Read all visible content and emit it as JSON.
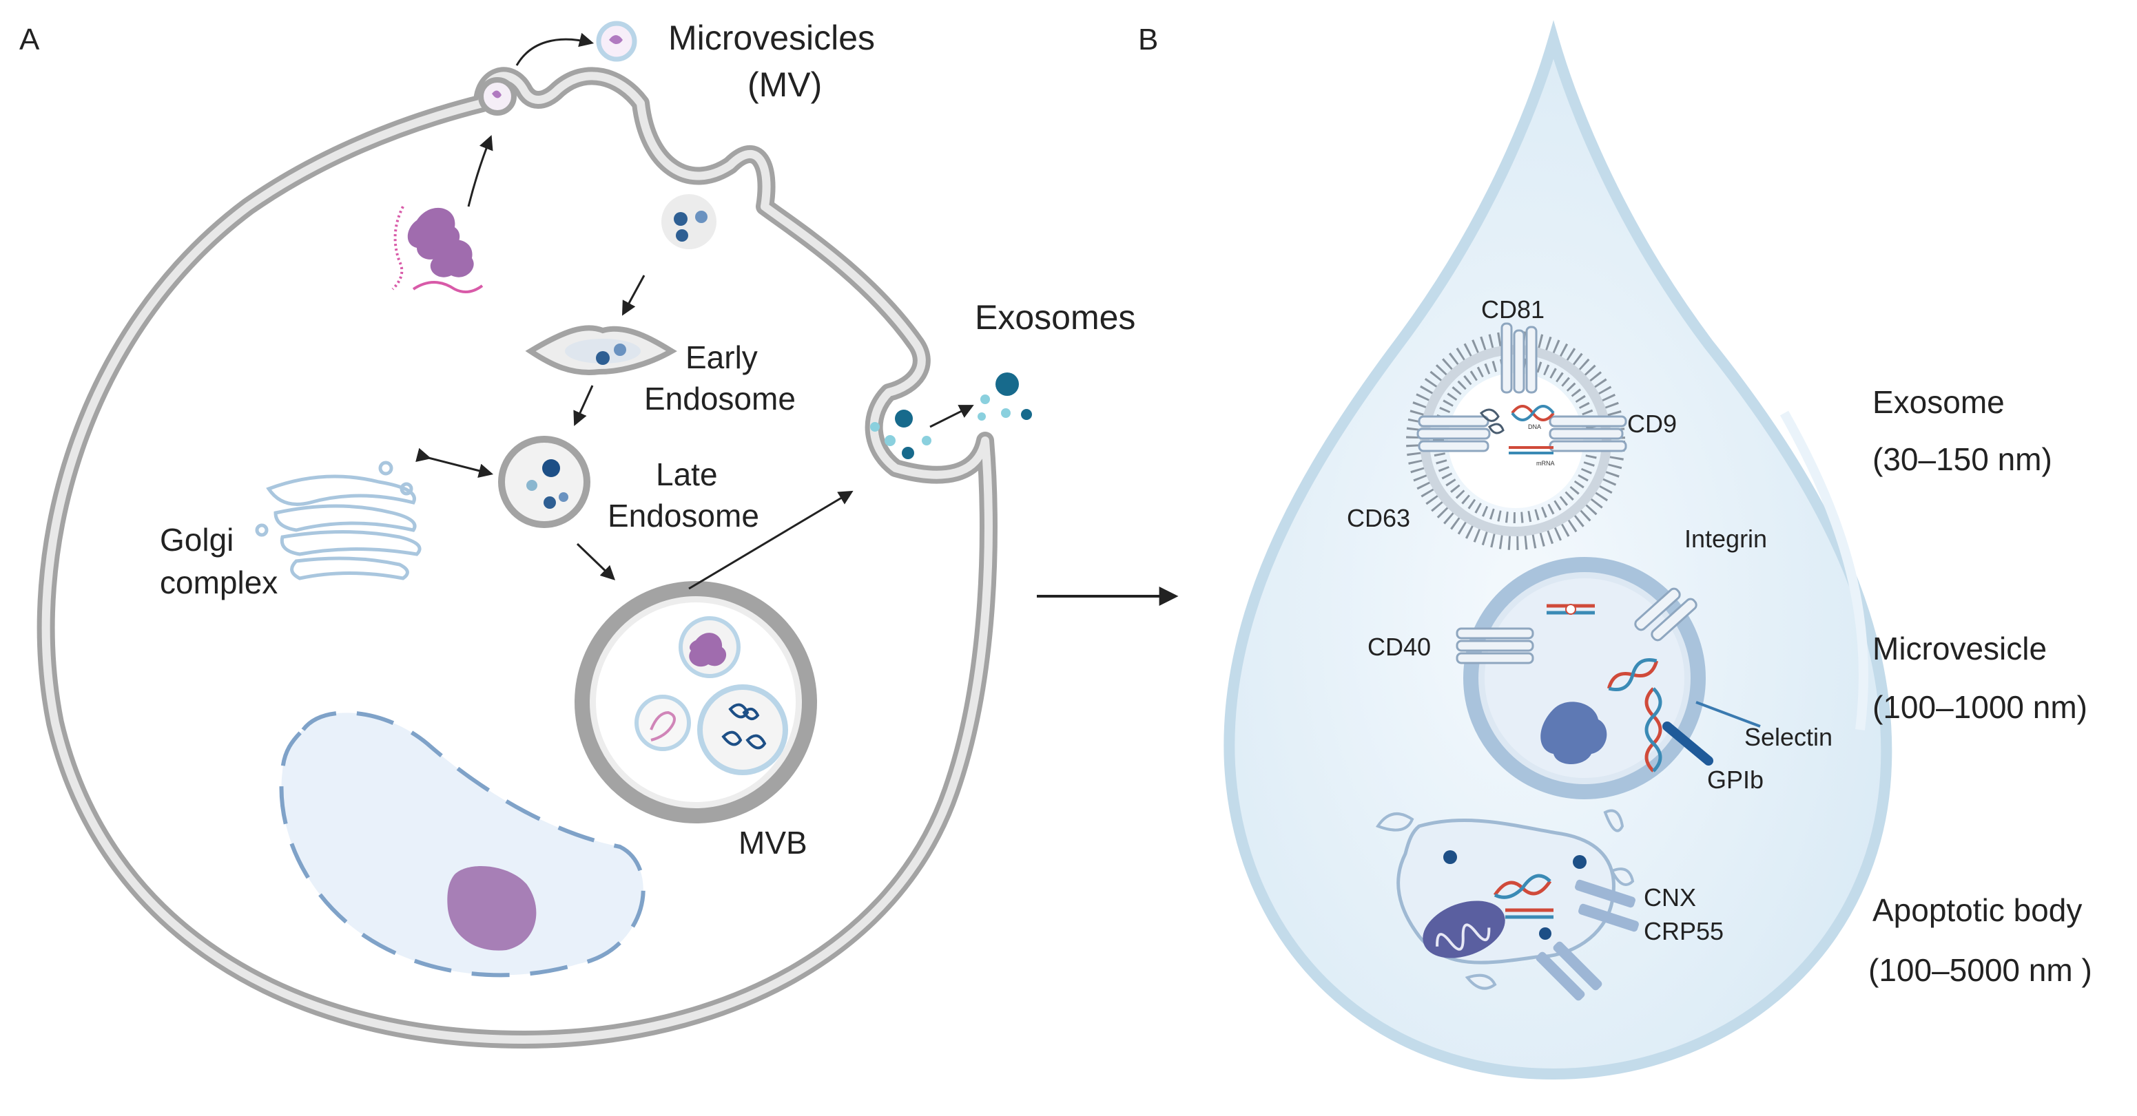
{
  "panels": {
    "a": "A",
    "b": "B"
  },
  "cell_labels": {
    "microvesicles": "Microvesicles",
    "mv": "(MV)",
    "exosomes": "Exosomes",
    "early_1": "Early",
    "early_2": "Endosome",
    "late_1": "Late",
    "late_2": "Endosome",
    "golgi_1": "Golgi",
    "golgi_2": "complex",
    "mvb": "MVB"
  },
  "drop_labels": {
    "cd81": "CD81",
    "cd9": "CD9",
    "cd63": "CD63",
    "integrin": "Integrin",
    "cd40": "CD40",
    "selectin": "Selectin",
    "gpib": "GPIb",
    "cnx": "CNX",
    "crp55": "CRP55",
    "dna_tag": "DNA",
    "mrna_tag": "mRNA"
  },
  "legend": [
    {
      "name": "Exosome",
      "size": "(30–150 nm)"
    },
    {
      "name": "Microvesicle",
      "size": "(100–1000 nm)"
    },
    {
      "name": "Apoptotic body",
      "size": "(100–5000 nm )"
    }
  ],
  "colors": {
    "membrane": "#9e9e9e",
    "membrane_fill": "#e6e6e6",
    "vesicle_blue": "#2e5f93",
    "light_blue": "#8ab6cf",
    "teal": "#176a8c",
    "purple": "#9b6aa6",
    "pink": "#d45fa8",
    "nucleus": "#e9f1fa",
    "nucleolus": "#a77fb6",
    "drop": "#dcebf5",
    "drop_edge": "#b8d5e6"
  }
}
